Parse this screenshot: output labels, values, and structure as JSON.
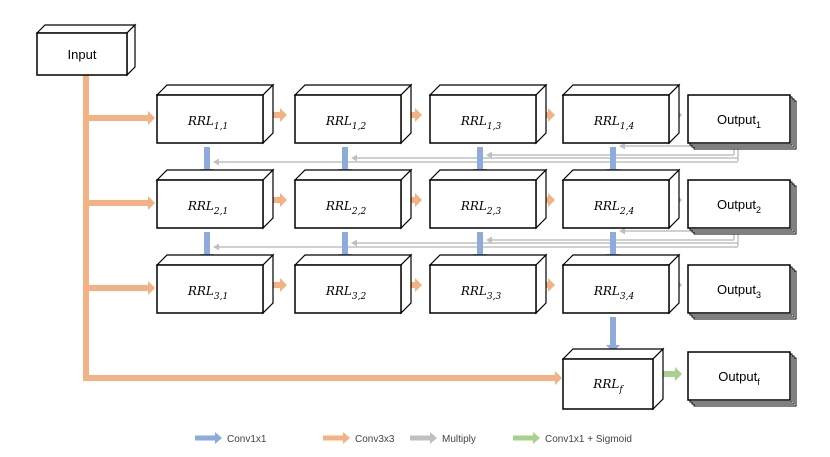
{
  "diagram": {
    "input_label": "Input",
    "colors": {
      "conv1x1": "#8faadc",
      "conv3x3": "#f4b183",
      "multiply": "#c0c0c0",
      "sigmoid": "#a9d18e"
    },
    "rrl_base": "RRL",
    "rows": [
      {
        "blocks": [
          {
            "sub": "1,1"
          },
          {
            "sub": "1,2"
          },
          {
            "sub": "1,3"
          },
          {
            "sub": "1,4"
          }
        ],
        "output": {
          "base": "Output",
          "sub": "1"
        }
      },
      {
        "blocks": [
          {
            "sub": "2,1"
          },
          {
            "sub": "2,2"
          },
          {
            "sub": "2,3"
          },
          {
            "sub": "2,4"
          }
        ],
        "output": {
          "base": "Output",
          "sub": "2"
        }
      },
      {
        "blocks": [
          {
            "sub": "3,1"
          },
          {
            "sub": "3,2"
          },
          {
            "sub": "3,3"
          },
          {
            "sub": "3,4"
          }
        ],
        "output": {
          "base": "Output",
          "sub": "3"
        }
      }
    ],
    "final": {
      "rrl_sub": "f",
      "output": {
        "base": "Output",
        "sub": "f"
      }
    },
    "legend": [
      {
        "label": "Conv1x1",
        "color_key": "conv1x1"
      },
      {
        "label": "Conv3x3",
        "color_key": "conv3x3"
      },
      {
        "label": "Multiply",
        "color_key": "multiply"
      },
      {
        "label": "Conv1x1 + Sigmoid",
        "color_key": "sigmoid"
      }
    ]
  }
}
